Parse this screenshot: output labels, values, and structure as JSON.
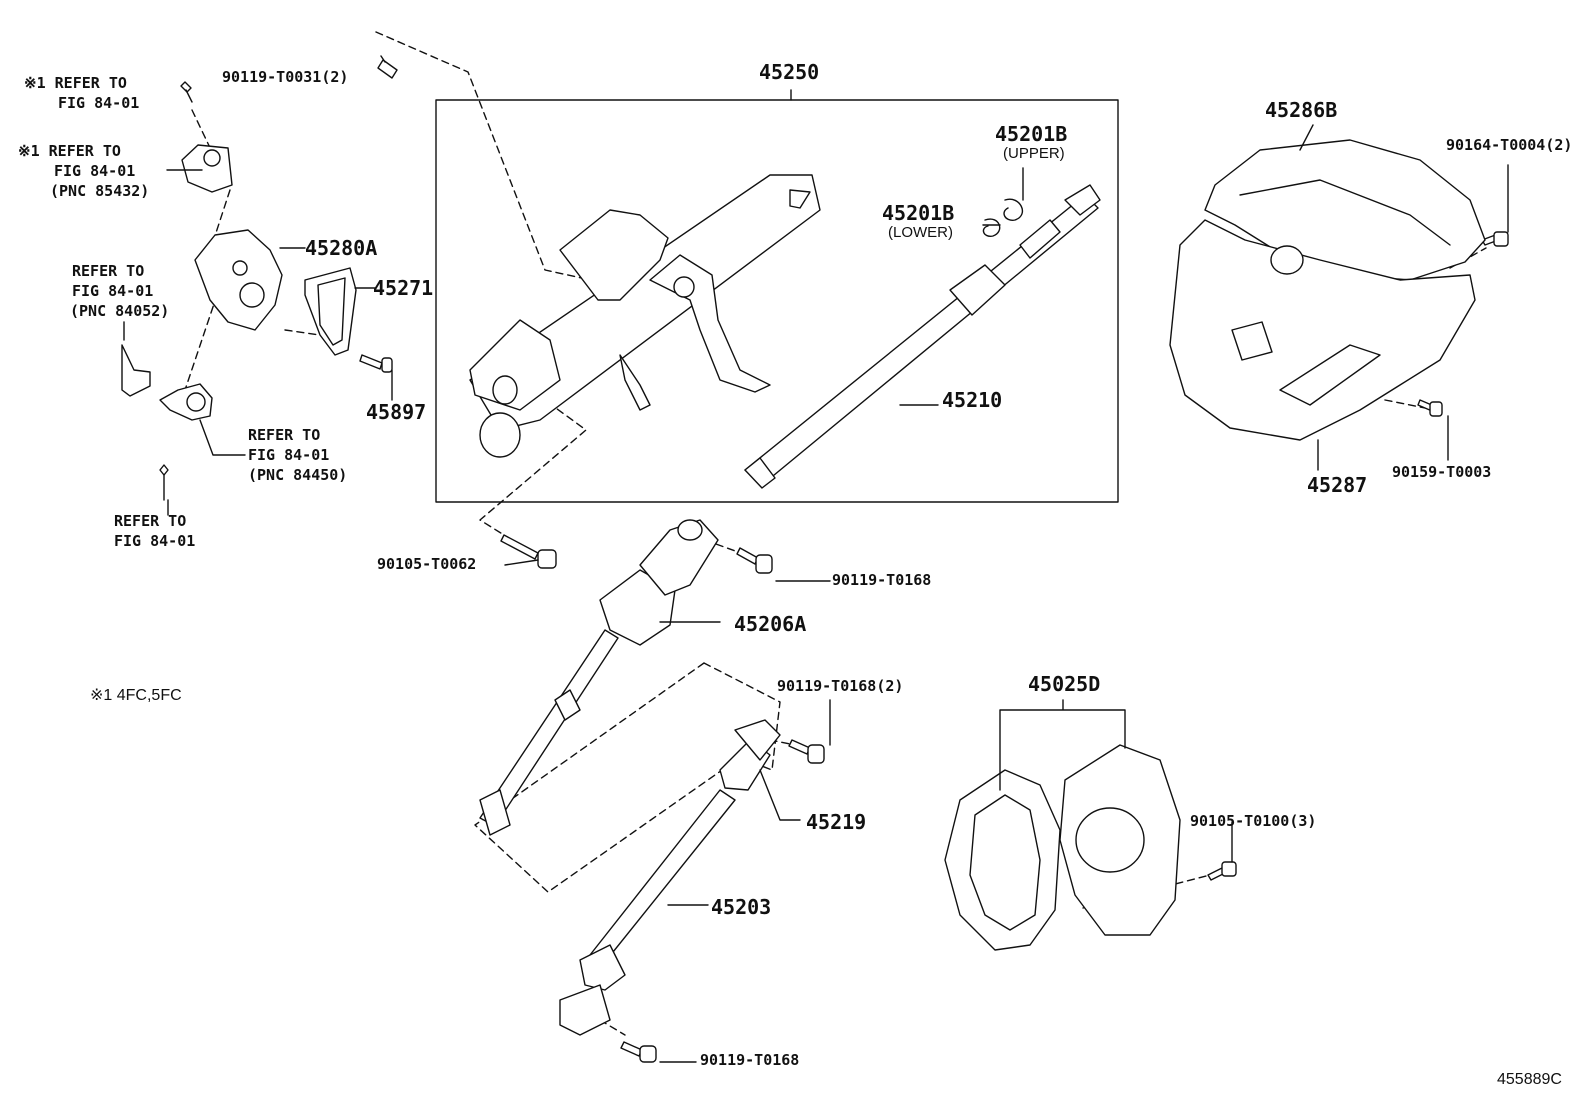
{
  "diagram": {
    "figure_id": "455889C",
    "footnote": "※1 4FC,5FC",
    "callouts": {
      "n90119_t0031": "90119-T0031(2)",
      "refer_a_1": "※1 REFER TO",
      "refer_a_2": "FIG 84-01",
      "refer_b_1": "※1 REFER TO",
      "refer_b_2": "FIG 84-01",
      "refer_b_3": "(PNC 85432)",
      "refer_c_1": "REFER TO",
      "refer_c_2": "FIG 84-01",
      "refer_c_3": "(PNC 84052)",
      "refer_d_1": "REFER TO",
      "refer_d_2": "FIG 84-01",
      "refer_d_3": "(PNC 84450)",
      "refer_e_1": "REFER TO",
      "refer_e_2": "FIG 84-01",
      "p45280a": "45280A",
      "p45271": "45271",
      "p45897": "45897",
      "p45250": "45250",
      "p45201b_upper": "45201B",
      "upper": "(UPPER)",
      "p45201b_lower": "45201B",
      "lower": "(LOWER)",
      "p45210": "45210",
      "p45286b": "45286B",
      "n90164_t0004": "90164-T0004(2)",
      "p45287": "45287",
      "n90159_t0003": "90159-T0003",
      "n90105_t0062": "90105-T0062",
      "n90119_t0168_a": "90119-T0168",
      "p45206a": "45206A",
      "n90119_t0168_2": "90119-T0168(2)",
      "p45219": "45219",
      "p45203": "45203",
      "n90119_t0168_b": "90119-T0168",
      "p45025d": "45025D",
      "n90105_t0100": "90105-T0100(3)"
    }
  }
}
